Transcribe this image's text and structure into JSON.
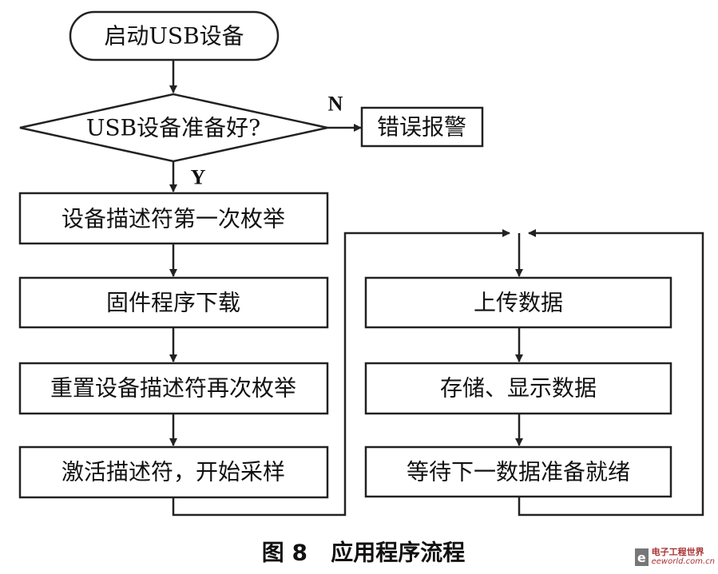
{
  "nodes": {
    "start": "启动USB设备",
    "decision": "USB设备准备好?",
    "error": "错误报警",
    "step1": "设备描述符第一次枚举",
    "step2": "固件程序下载",
    "step3": "重置设备描述符再次枚举",
    "step4": "激活描述符，开始采样",
    "loop1": "上传数据",
    "loop2": "存储、显示数据",
    "loop3": "等待下一数据准备就绪"
  },
  "edge_labels": {
    "no": "N",
    "yes": "Y"
  },
  "caption": "图 8   应用程序流程",
  "watermark": {
    "logo": "e",
    "name": "电子工程世界",
    "url": "eeworld.com.cn"
  }
}
